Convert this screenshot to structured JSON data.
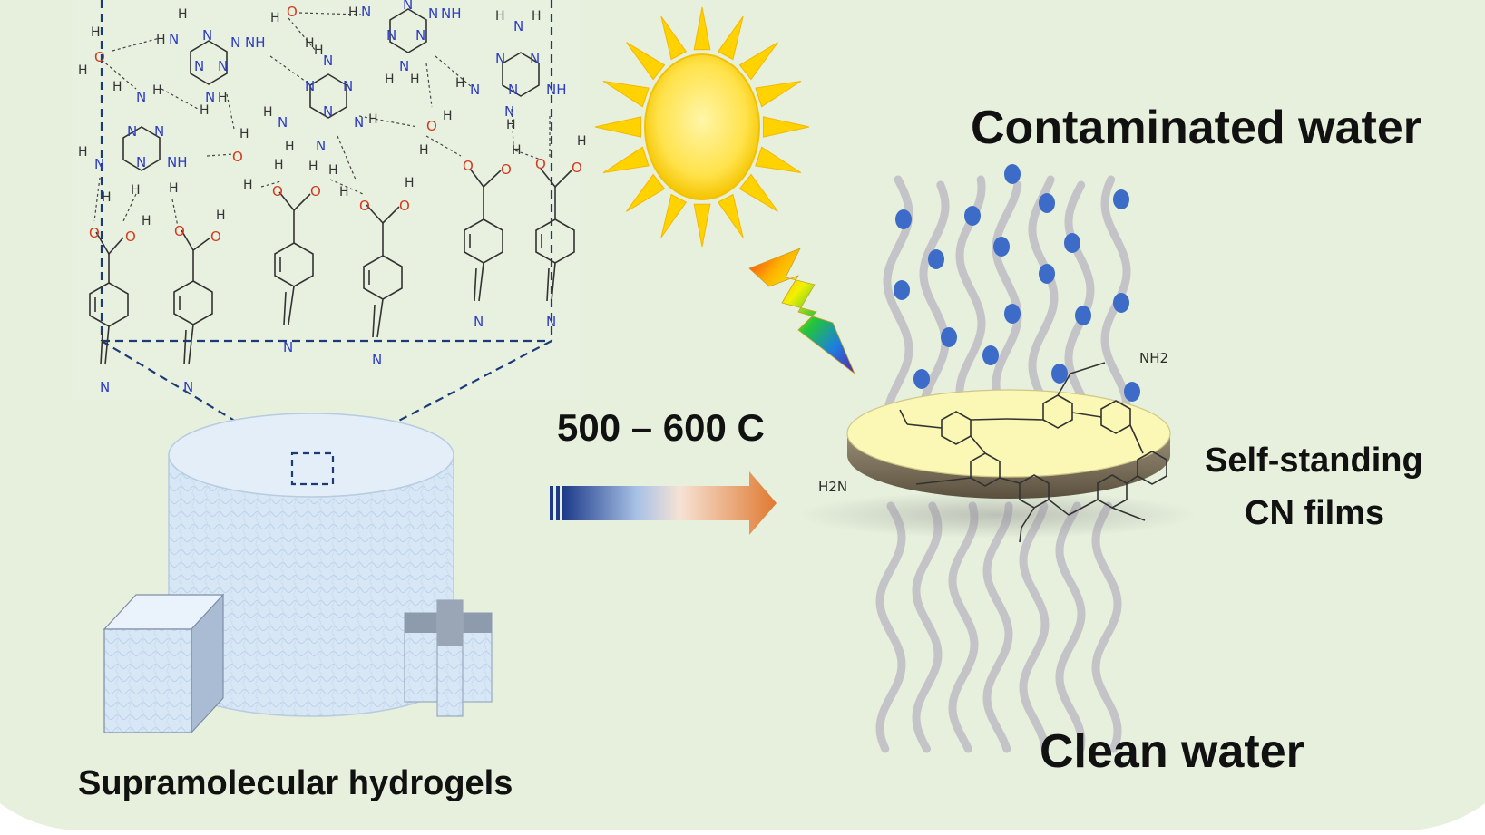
{
  "labels": {
    "contaminated": "Contaminated water",
    "temperature": "500 – 600 C",
    "film_line1": "Self-standing",
    "film_line2": "CN films",
    "clean": "Clean water",
    "hydrogels": "Supramolecular hydrogels"
  },
  "atoms": {
    "n": "N",
    "o": "O",
    "h": "H",
    "nh": "NH",
    "hn": "HN",
    "h2n": "H2N",
    "nh2": "NH2"
  },
  "colors": {
    "background": "#e6f0dc",
    "nitrogen": "#2c3cc4",
    "oxygen": "#d23a1e",
    "dashed_frame": "#1d3a78",
    "droplet": "#3d6cc8",
    "stream": "#c4c4c8",
    "film_top": "#fbf7b4",
    "film_side": "#7b705c",
    "hydrogel": "#d6e6f4",
    "sun_core": "#ffe24a",
    "sun_rays": "#ffd200"
  },
  "icons": [
    "sun-icon",
    "lightning-bolt-icon",
    "heating-arrow-icon"
  ]
}
